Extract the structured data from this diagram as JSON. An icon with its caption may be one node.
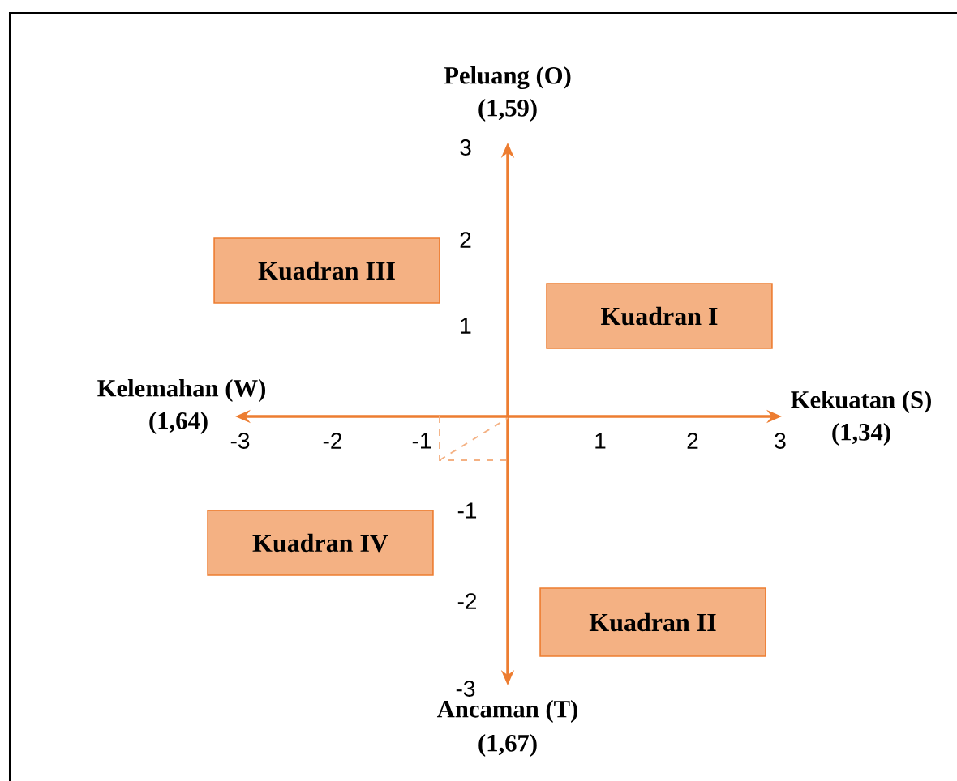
{
  "diagram": {
    "nodes": [
      {
        "text": [
          "Kuadran III"
        ]
      },
      {
        "text": [
          "Kuadran I"
        ]
      },
      {
        "text": [
          "Kuadran IV"
        ]
      },
      {
        "text": [
          "Kuadran II"
        ]
      }
    ],
    "edges": [],
    "labels": [
      "Peluang (O)",
      "(1,59)",
      "3",
      "2",
      "1",
      "Kelemahan (W)",
      "Kekuatan (S)",
      "(1,64)",
      "-3",
      "-2",
      "-1",
      "1",
      "2",
      "3",
      "(1,34)",
      "-1",
      "-2",
      "-3",
      "Ancaman (T)",
      "(1,67)"
    ]
  }
}
